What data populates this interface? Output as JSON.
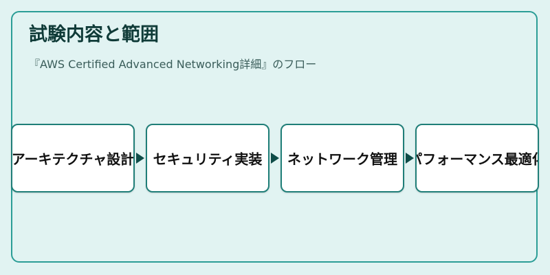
{
  "title": "試験内容と範囲",
  "subtitle": "『AWS Certified Advanced Networking詳細』のフロー",
  "flow": {
    "steps": [
      {
        "label": "アーキテクチャ設計"
      },
      {
        "label": "セキュリティ実装"
      },
      {
        "label": "ネットワーク管理"
      },
      {
        "label": "パフォーマンス最適化"
      }
    ]
  },
  "colors": {
    "background": "#e1f3f2",
    "border": "#2a9d96",
    "node_border": "#1f7e78",
    "arrow": "#0f4c48"
  }
}
